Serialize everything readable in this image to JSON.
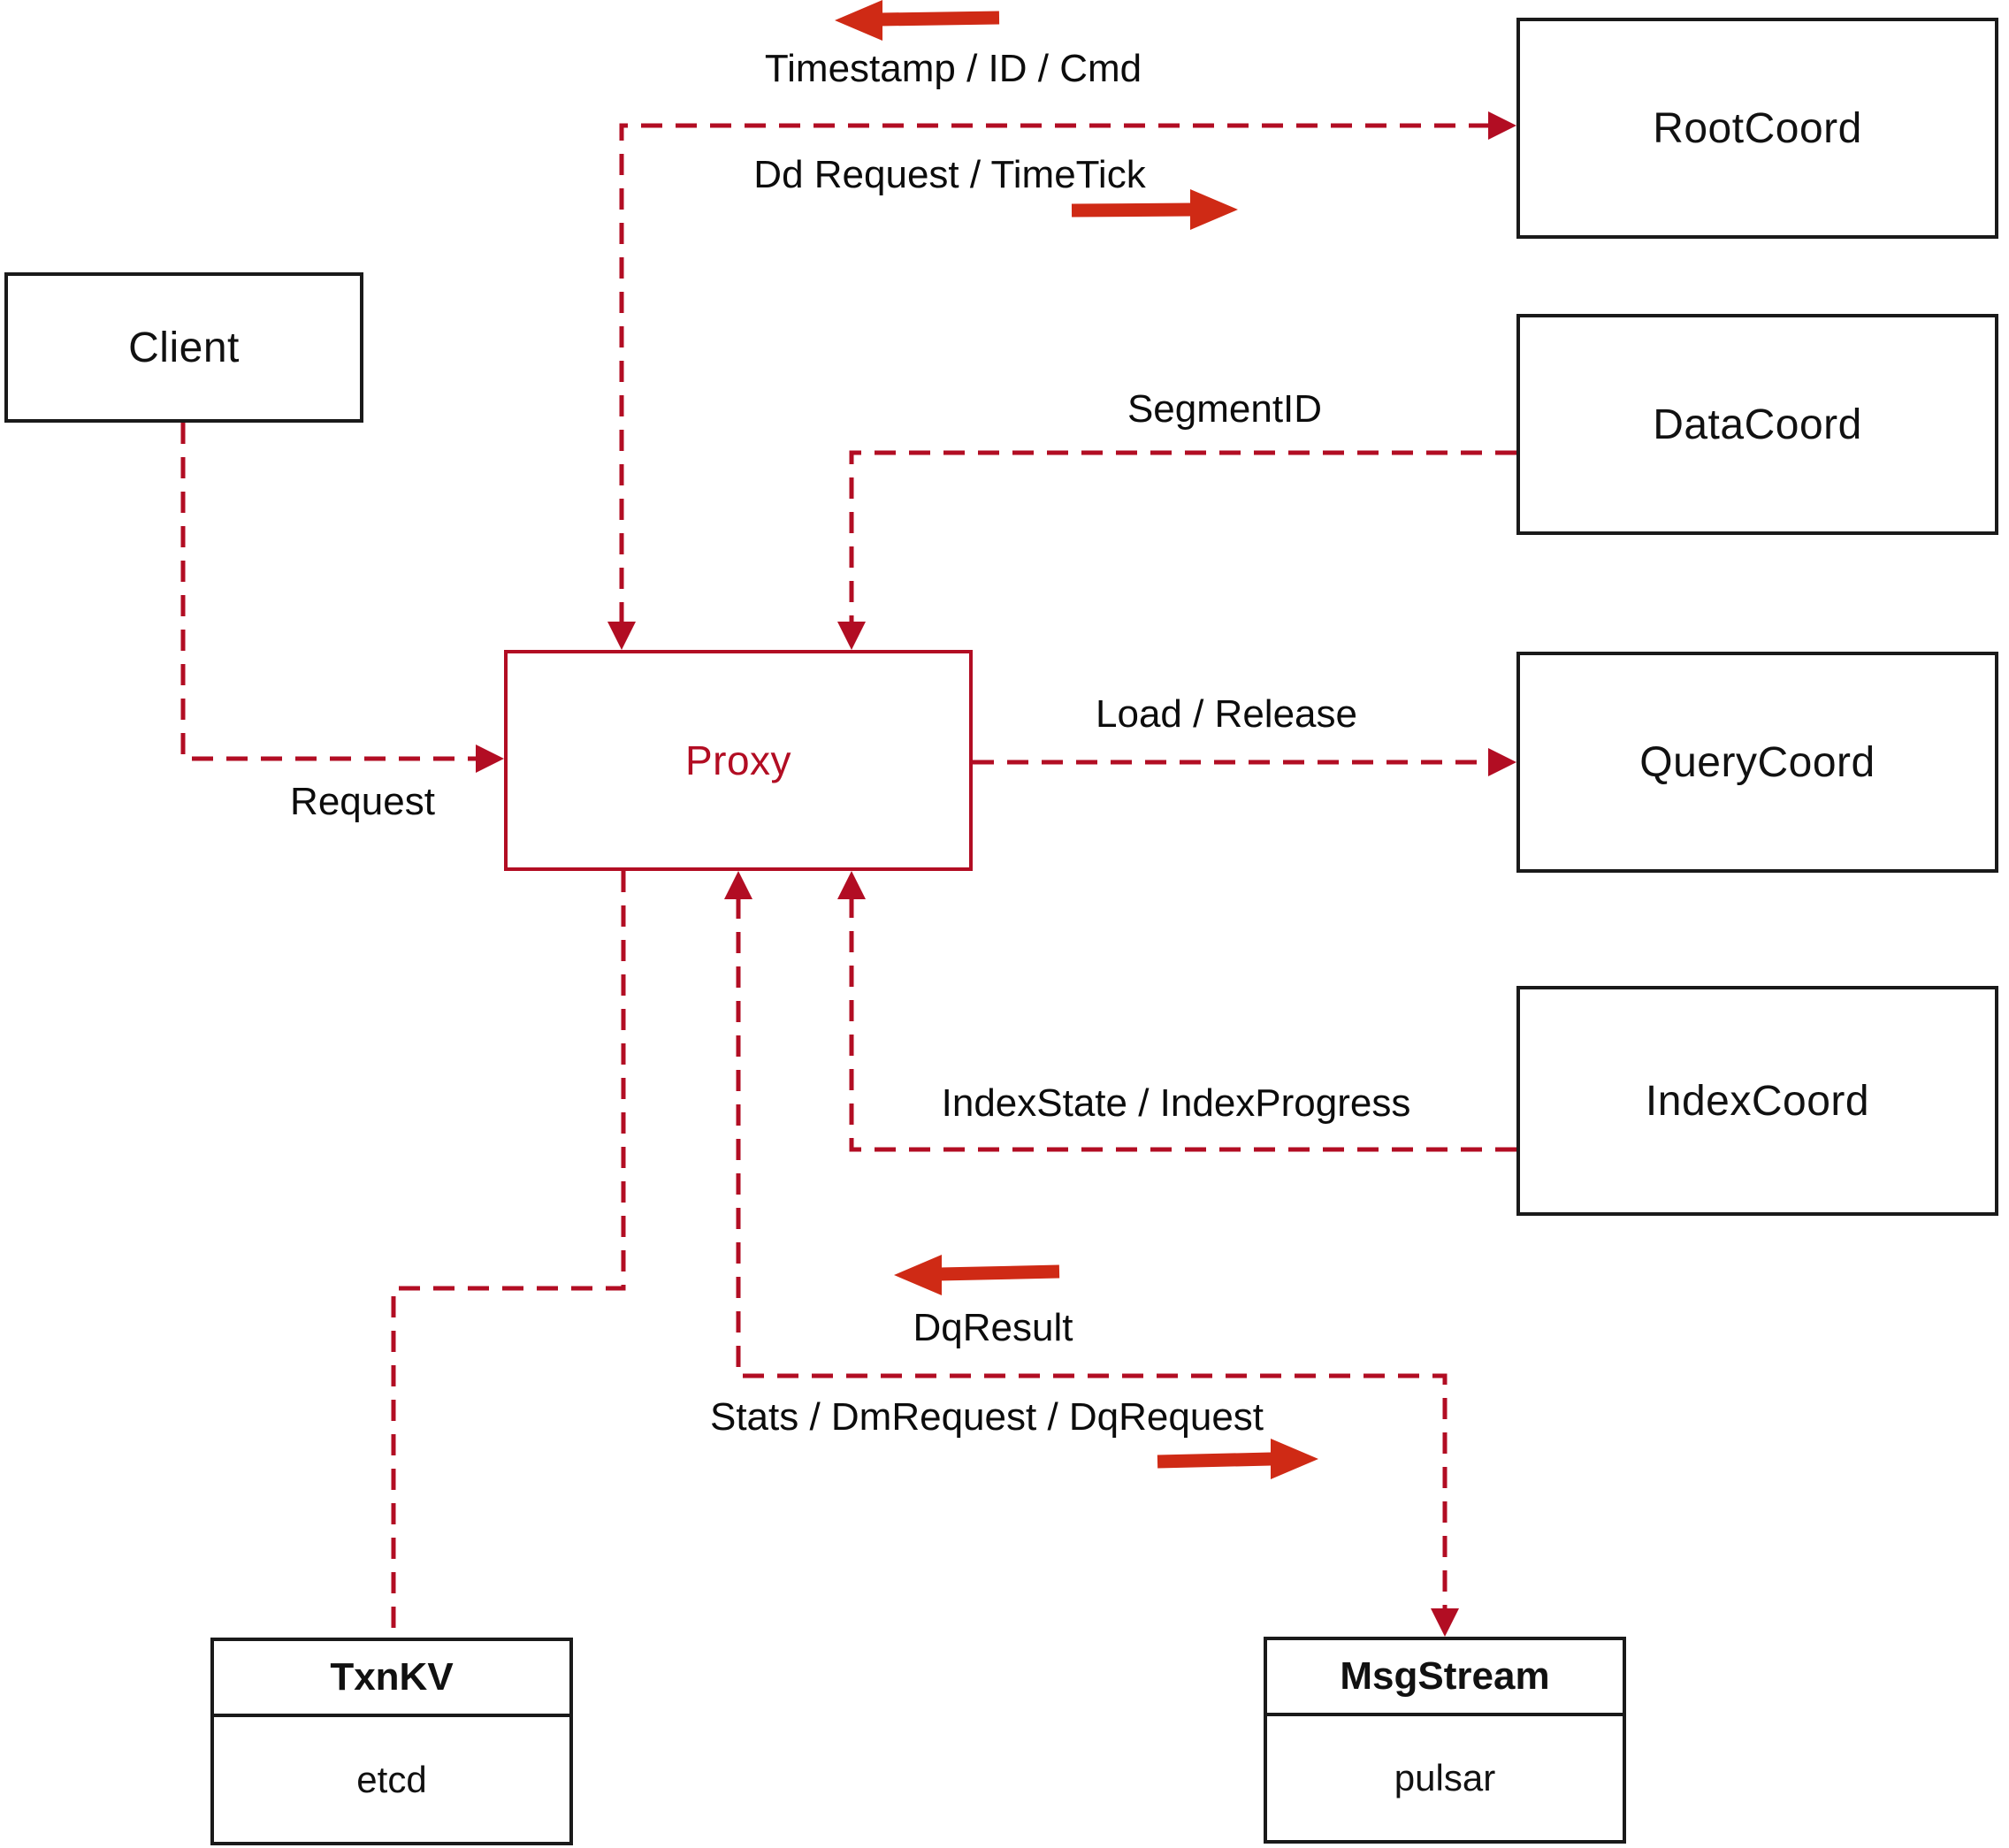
{
  "diagram": {
    "kind": "architecture-diagram",
    "colors": {
      "dashed_line_red": "#b20d23",
      "direction_arrow_red": "#cf2a15",
      "box_border_black": "#1a1a1a",
      "proxy_accent_red": "#b20d23",
      "background": "#ffffff",
      "label_text": "#111111"
    },
    "nodes": {
      "client": {
        "label": "Client"
      },
      "proxy": {
        "label": "Proxy"
      },
      "root_coord": {
        "label": "RootCoord"
      },
      "data_coord": {
        "label": "DataCoord"
      },
      "query_coord": {
        "label": "QueryCoord"
      },
      "index_coord": {
        "label": "IndexCoord"
      },
      "txn_kv": {
        "title": "TxnKV",
        "impl": "etcd"
      },
      "msg_stream": {
        "title": "MsgStream",
        "impl": "pulsar"
      }
    },
    "edge_labels": {
      "timestamp_id_cmd": "Timestamp / ID / Cmd",
      "dd_request_timetick": "Dd Request / TimeTick",
      "segment_id": "SegmentID",
      "load_release": "Load / Release",
      "index_state_progress": "IndexState / IndexProgress",
      "request": "Request",
      "dq_result": "DqResult",
      "stats_dm_dq_request": "Stats / DmRequest / DqRequest"
    }
  }
}
